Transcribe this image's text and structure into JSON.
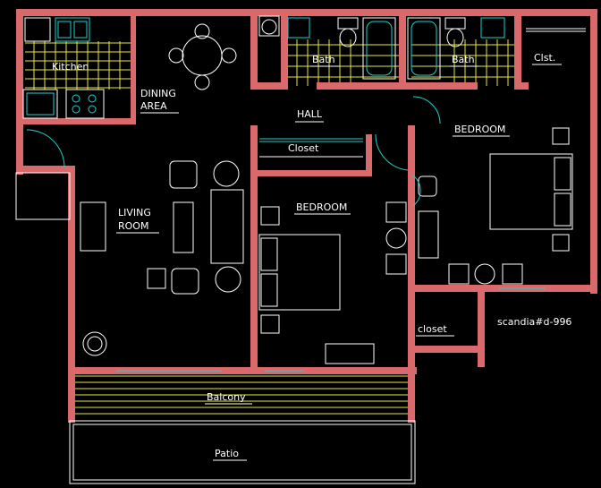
{
  "plan": {
    "labels": {
      "kitchen": "Kitchen",
      "dining_line1": "DINING",
      "dining_line2": "AREA",
      "hall": "HALL",
      "bath1": "Bath",
      "bath2": "Bath",
      "clst": "Clst.",
      "closet_hall": "Closet",
      "bedroom_right": "BEDROOM",
      "bedroom_center": "BEDROOM",
      "living_line1": "LIVING",
      "living_line2": "ROOM",
      "closet_small": "closet",
      "balcony": "Balcony",
      "patio": "Patio",
      "plan_code": "scandia#d-996"
    },
    "colors": {
      "wall": "#d9696b",
      "fixture": "#20d0d0",
      "tile": "#e8e840",
      "line": "#ffffff",
      "background": "#000000"
    }
  }
}
